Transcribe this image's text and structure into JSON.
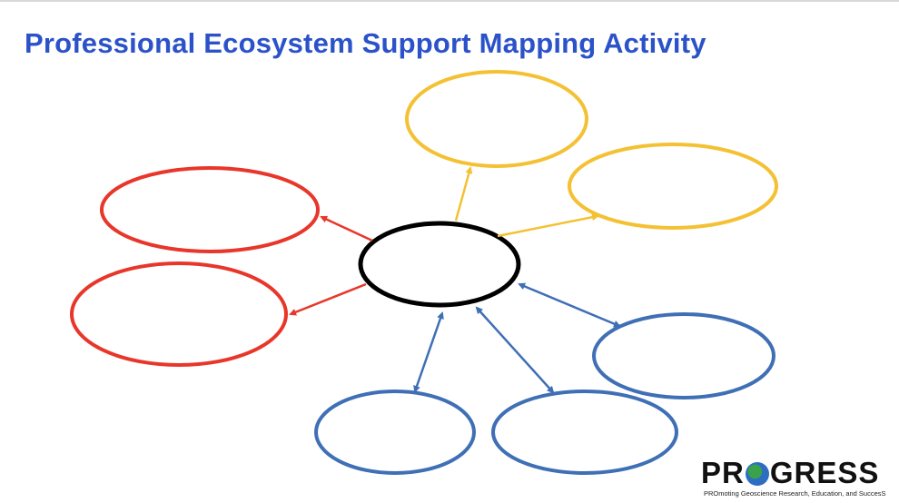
{
  "title": "Professional Ecosystem Support Mapping Activity",
  "logo": {
    "word_left": "PR",
    "word_right": "GRESS",
    "tagline": "PROmoting Geoscience Research, Education, and SuccesS"
  },
  "colors": {
    "title": "#2b52c9",
    "center": "#000000",
    "red": "#e8362a",
    "yellow": "#f4c134",
    "blue": "#3f6fb5"
  }
}
